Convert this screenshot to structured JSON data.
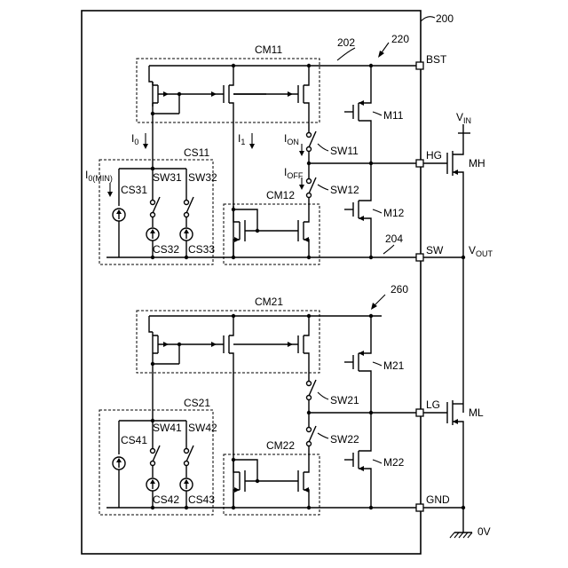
{
  "labels": {
    "chip_ref": "200",
    "ref_220": "220",
    "ref_202": "202",
    "ref_204": "204",
    "ref_260": "260",
    "cm11": "CM11",
    "cm12": "CM12",
    "cm21": "CM21",
    "cm22": "CM22",
    "cs11": "CS11",
    "cs21": "CS21",
    "cs31": "CS31",
    "cs32": "CS32",
    "cs33": "CS33",
    "cs41": "CS41",
    "cs42": "CS42",
    "cs43": "CS43",
    "sw11": "SW11",
    "sw12": "SW12",
    "sw21": "SW21",
    "sw22": "SW22",
    "sw31": "SW31",
    "sw32": "SW32",
    "sw41": "SW41",
    "sw42": "SW42",
    "m11": "M11",
    "m12": "M12",
    "m21": "M21",
    "m22": "M22",
    "mh": "MH",
    "ml": "ML",
    "pin_bst": "BST",
    "pin_hg": "HG",
    "pin_sw": "SW",
    "pin_lg": "LG",
    "pin_gnd": "GND",
    "vin_main": "V",
    "vin_sub": "IN",
    "vout_main": "V",
    "vout_sub": "OUT",
    "zero_v": "0V",
    "i0_main": "I",
    "i0_sub": "0",
    "i0min_main": "I",
    "i0min_sub": "0(MIN)",
    "i1_main": "I",
    "i1_sub": "1",
    "ion_main": "I",
    "ion_sub": "ON",
    "ioff_main": "I",
    "ioff_sub": "OFF"
  }
}
